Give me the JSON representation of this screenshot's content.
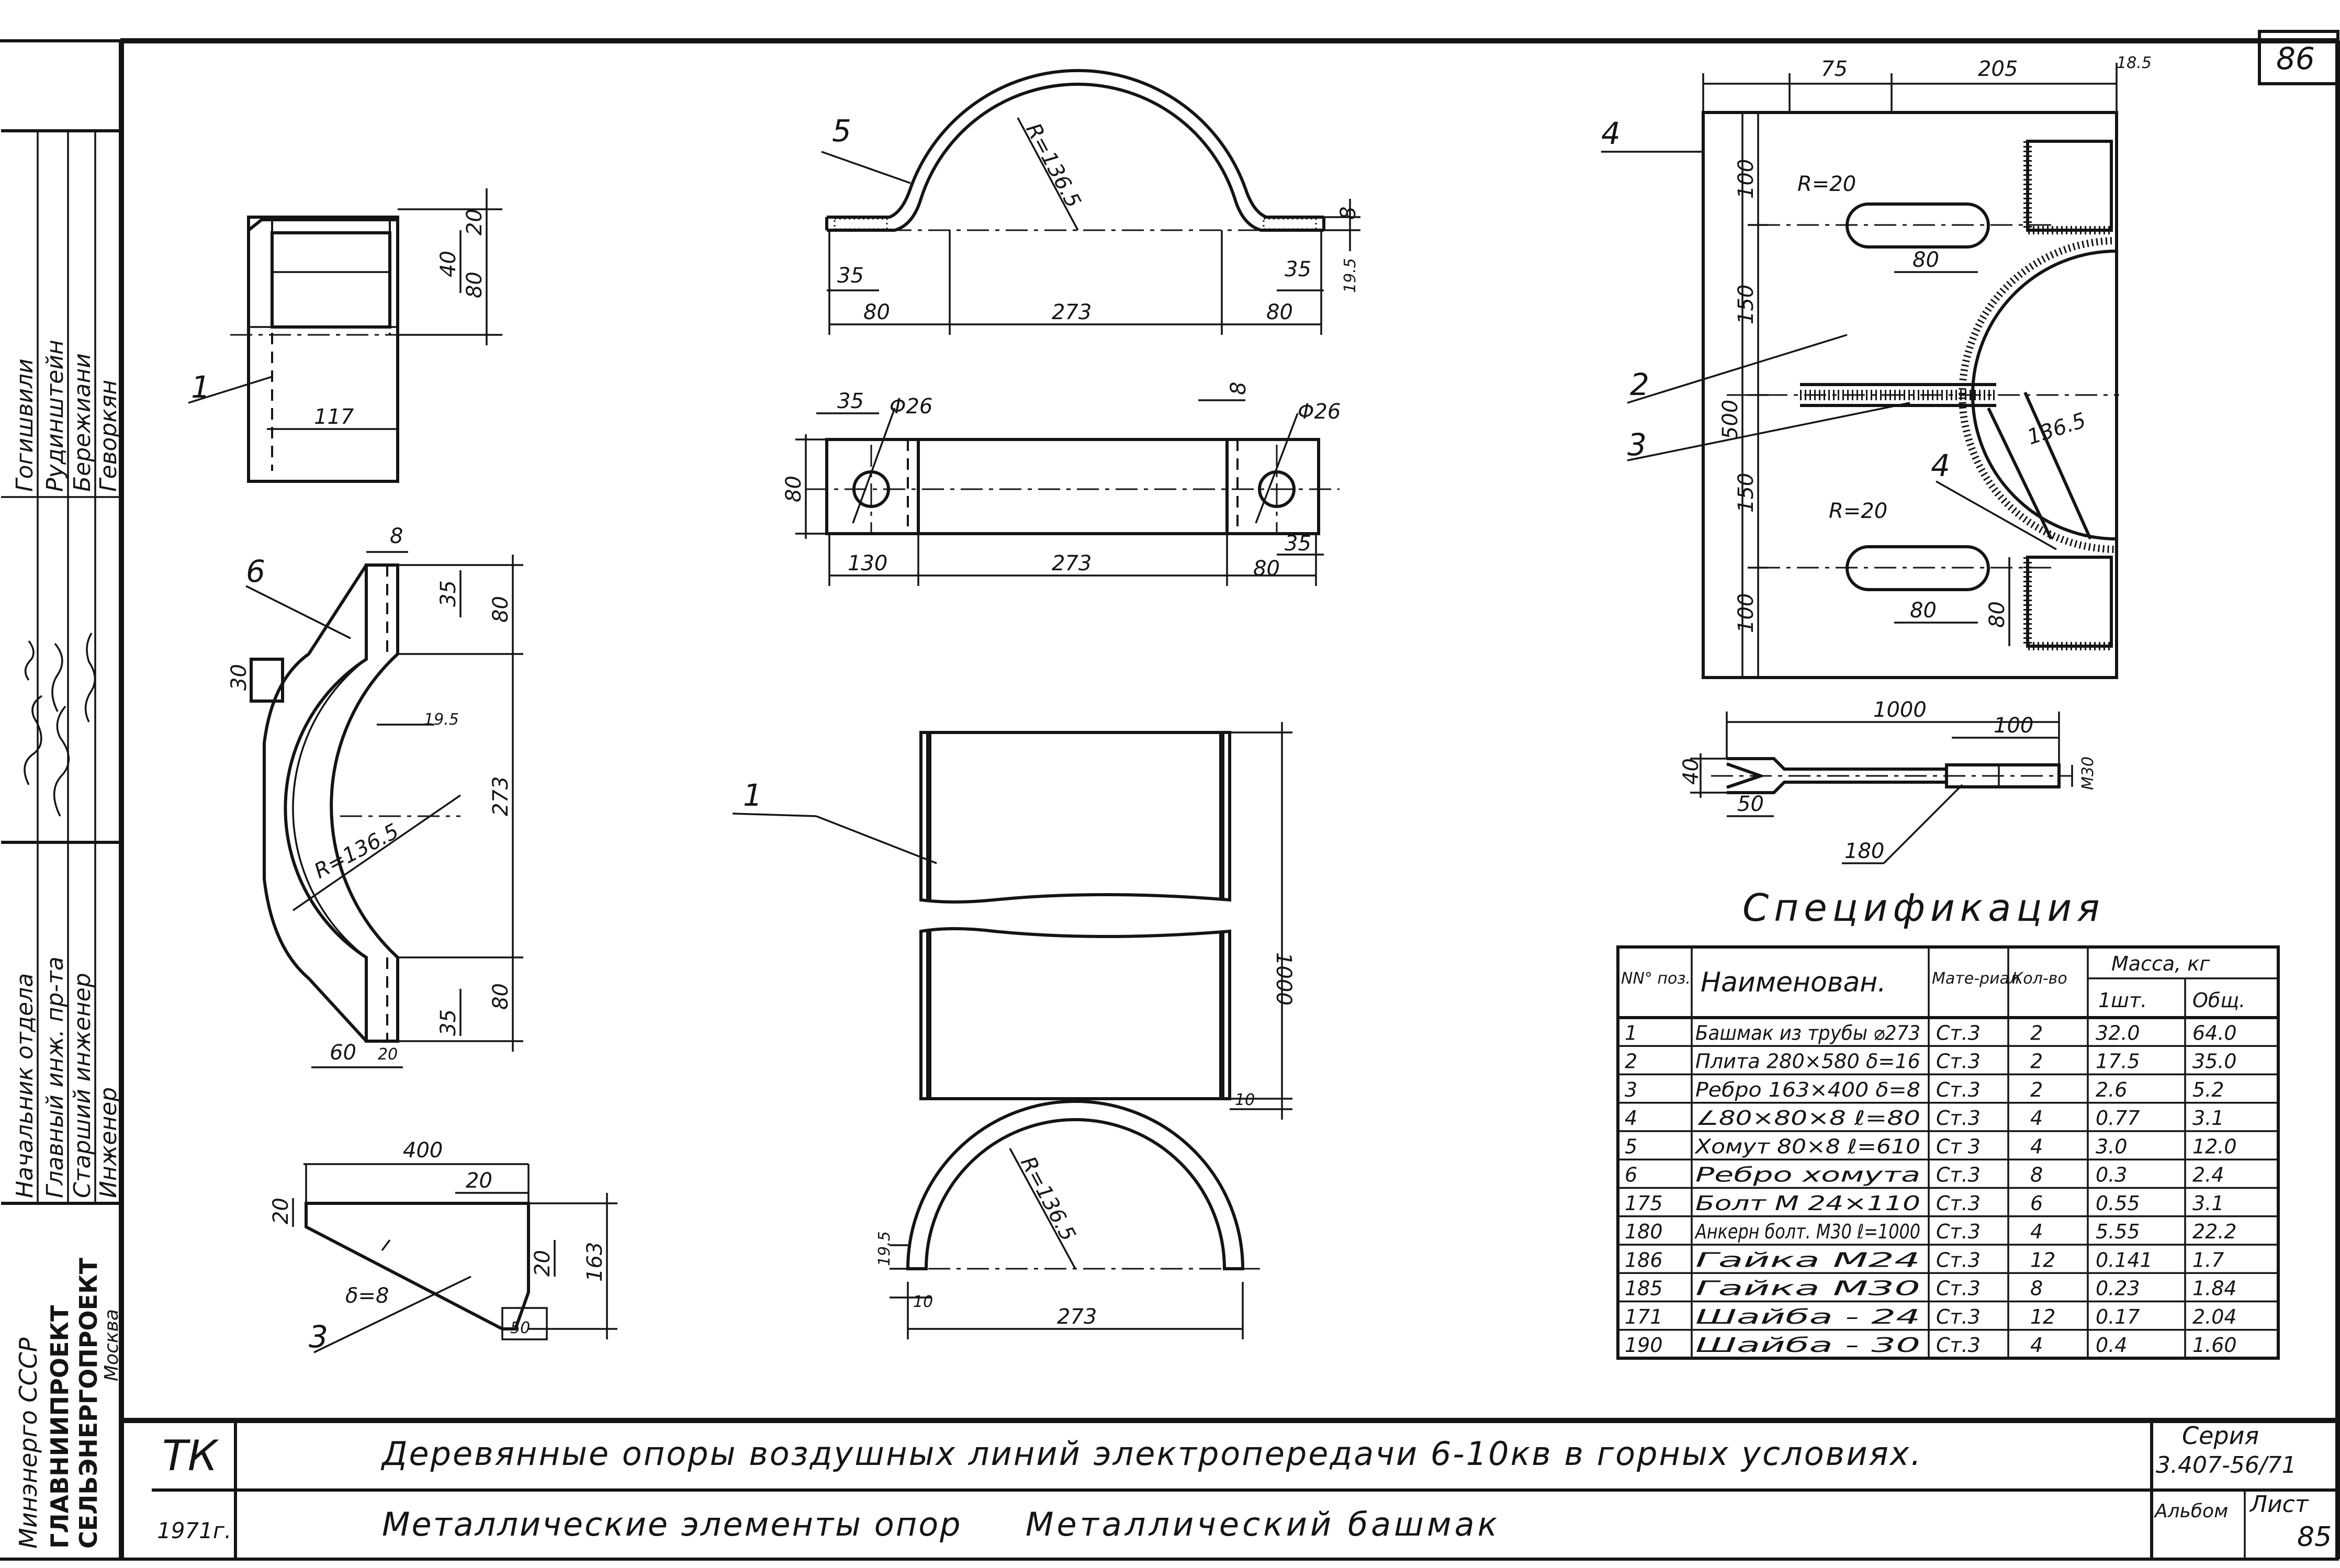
{
  "sheet_number_top": "86",
  "left_strip": {
    "org": "Минэнерго СССР",
    "org2": "ГЛАВНИИПРОЕКТ",
    "org3": "СЕЛЬЭНЕРГОПРОЕКТ",
    "city": "Москва",
    "roles": [
      "Начальник отдела",
      "Главный инж. пр-та",
      "Старший инженер",
      "Инженер"
    ],
    "names": [
      "Гогишвили",
      "Рудинштейн",
      "Бережиани",
      "Геворкян"
    ]
  },
  "views": {
    "part_labels": [
      "1",
      "2",
      "3",
      "4",
      "5",
      "6"
    ],
    "dims_view1": [
      "117",
      "20",
      "40",
      "80"
    ],
    "dims_view6": [
      "8",
      "35",
      "80",
      "30",
      "19.5",
      "273",
      "R=136.5",
      "80",
      "35",
      "60",
      "20"
    ],
    "dims_view3": [
      "400",
      "20",
      "20",
      "163",
      "20",
      "δ=8",
      "50"
    ],
    "dims_view5": [
      "R=136.5",
      "8",
      "35",
      "35",
      "19.5",
      "80",
      "273",
      "80"
    ],
    "dims_view5_plan": [
      "35",
      "Φ26",
      "8",
      "Φ26",
      "80",
      "130",
      "273",
      "80",
      "35"
    ],
    "dims_pipe": [
      "1000",
      "10"
    ],
    "dims_bottom_arc": [
      "R=136.5",
      "19.5",
      "10",
      "273"
    ],
    "dims_plate": [
      "75",
      "205",
      "18.5",
      "100",
      "R=20",
      "80",
      "150",
      "500",
      "150",
      "136.5",
      "R=20",
      "80",
      "100",
      "80"
    ],
    "dims_bolt": [
      "1000",
      "100",
      "M30",
      "40",
      "50",
      "180"
    ]
  },
  "spec": {
    "title": "Спецификация",
    "headers": {
      "pos": "NN° поз.",
      "name": "Наименован.",
      "material": "Мате-риал",
      "qty": "Кол-во",
      "mass": "Масса, кг",
      "unit": "1шт.",
      "total": "Общ."
    },
    "rows": [
      {
        "pos": "1",
        "name": "Башмак из трубы ⌀273",
        "mat": "Ст.3",
        "qty": "2",
        "unit": "32.0",
        "total": "64.0"
      },
      {
        "pos": "2",
        "name": "Плита 280×580 δ=16",
        "mat": "Ст.3",
        "qty": "2",
        "unit": "17.5",
        "total": "35.0"
      },
      {
        "pos": "3",
        "name": "Ребро 163×400 δ=8",
        "mat": "Ст.3",
        "qty": "2",
        "unit": "2.6",
        "total": "5.2"
      },
      {
        "pos": "4",
        "name": "∠80×80×8 ℓ=80",
        "mat": "Ст.3",
        "qty": "4",
        "unit": "0.77",
        "total": "3.1"
      },
      {
        "pos": "5",
        "name": "Хомут 80×8 ℓ=610",
        "mat": "Ст 3",
        "qty": "4",
        "unit": "3.0",
        "total": "12.0"
      },
      {
        "pos": "6",
        "name": "Ребро хомута",
        "mat": "Ст.3",
        "qty": "8",
        "unit": "0.3",
        "total": "2.4"
      },
      {
        "pos": "175",
        "name": "Болт М 24×110",
        "mat": "Ст.3",
        "qty": "6",
        "unit": "0.55",
        "total": "3.1"
      },
      {
        "pos": "180",
        "name": "Анкерн болт. М30 ℓ=1000",
        "mat": "Ст.3",
        "qty": "4",
        "unit": "5.55",
        "total": "22.2"
      },
      {
        "pos": "186",
        "name": "Гайка М24",
        "mat": "Ст.3",
        "qty": "12",
        "unit": "0.141",
        "total": "1.7"
      },
      {
        "pos": "185",
        "name": "Гайка М30",
        "mat": "Ст.3",
        "qty": "8",
        "unit": "0.23",
        "total": "1.84"
      },
      {
        "pos": "171",
        "name": "Шайба - 24",
        "mat": "Ст.3",
        "qty": "12",
        "unit": "0.17",
        "total": "2.04"
      },
      {
        "pos": "190",
        "name": "Шайба - 30",
        "mat": "Ст.3",
        "qty": "4",
        "unit": "0.4",
        "total": "1.60"
      }
    ]
  },
  "title_block": {
    "code": "ТК",
    "year": "1971г.",
    "line1": "Деревянные опоры воздушных линий электропередачи 6-10кв в горных условиях.",
    "line2a": "Металлические элементы опор",
    "line2b": "Металлический башмак",
    "series_label": "Серия",
    "series": "3.407-56/71",
    "album_label": "Альбом",
    "sheet_label": "Лист",
    "sheet": "85"
  }
}
